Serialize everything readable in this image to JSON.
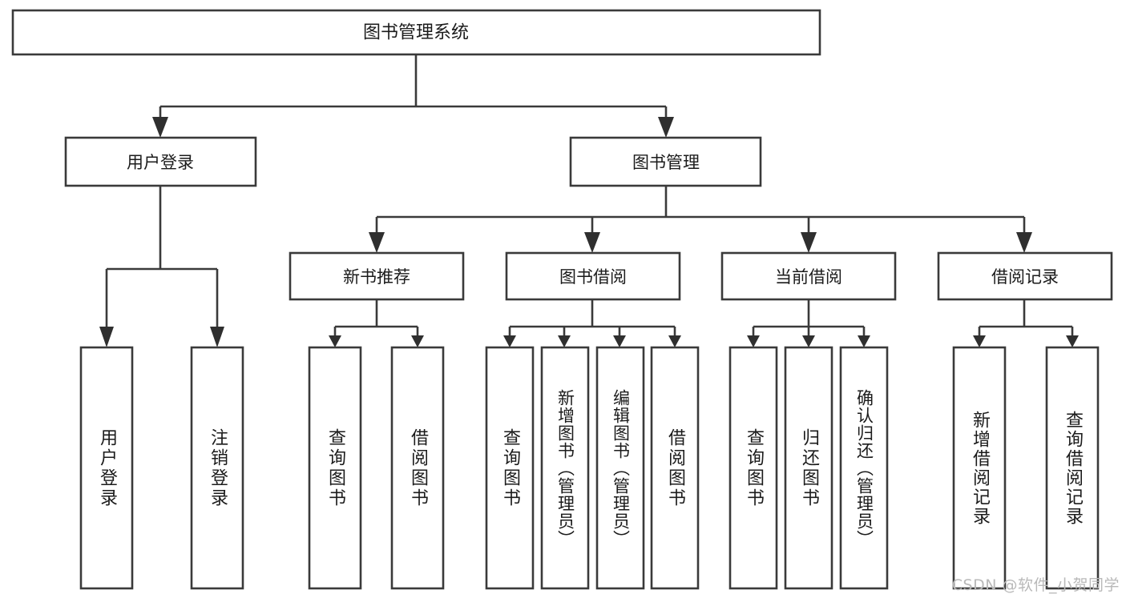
{
  "diagram": {
    "type": "tree-hierarchy-chart",
    "title_node": {
      "label": "图书管理系统",
      "level": 0
    },
    "level1": [
      {
        "id": "user-login",
        "label": "用户登录"
      },
      {
        "id": "book-management",
        "label": "图书管理"
      }
    ],
    "level2": [
      {
        "id": "new-book-recommend",
        "label": "新书推荐",
        "parent": "book-management"
      },
      {
        "id": "book-borrow",
        "label": "图书借阅",
        "parent": "book-management"
      },
      {
        "id": "current-borrow",
        "label": "当前借阅",
        "parent": "book-management"
      },
      {
        "id": "borrow-record",
        "label": "借阅记录",
        "parent": "book-management"
      }
    ],
    "leaves": [
      {
        "id": "leaf-user-login",
        "label": "用户登录",
        "parent": "user-login"
      },
      {
        "id": "leaf-logout-login",
        "label": "注销登录",
        "parent": "user-login"
      },
      {
        "id": "leaf-query-book-1",
        "label": "查询图书",
        "parent": "new-book-recommend"
      },
      {
        "id": "leaf-borrow-book-1",
        "label": "借阅图书",
        "parent": "new-book-recommend"
      },
      {
        "id": "leaf-query-book-2",
        "label": "查询图书",
        "parent": "book-borrow"
      },
      {
        "id": "leaf-add-book",
        "label": "新增图书（管理员）",
        "parent": "book-borrow"
      },
      {
        "id": "leaf-edit-book",
        "label": "编辑图书（管理员）",
        "parent": "book-borrow"
      },
      {
        "id": "leaf-borrow-book-2",
        "label": "借阅图书",
        "parent": "book-borrow"
      },
      {
        "id": "leaf-query-book-3",
        "label": "查询图书",
        "parent": "current-borrow"
      },
      {
        "id": "leaf-return-book",
        "label": "归还图书",
        "parent": "current-borrow"
      },
      {
        "id": "leaf-confirm-return",
        "label": "确认归还（管理员）",
        "parent": "current-borrow"
      },
      {
        "id": "leaf-add-record",
        "label": "新增借阅记录",
        "parent": "borrow-record"
      },
      {
        "id": "leaf-query-record",
        "label": "查询借阅记录",
        "parent": "borrow-record"
      }
    ],
    "colors": {
      "stroke": "#3a3a3a",
      "fill": "#ffffff",
      "text": "#1b1b1b",
      "watermark": "#b9b9b9",
      "background": "#ffffff"
    }
  },
  "watermark": {
    "text": "CSDN @软件_小贺同学"
  }
}
